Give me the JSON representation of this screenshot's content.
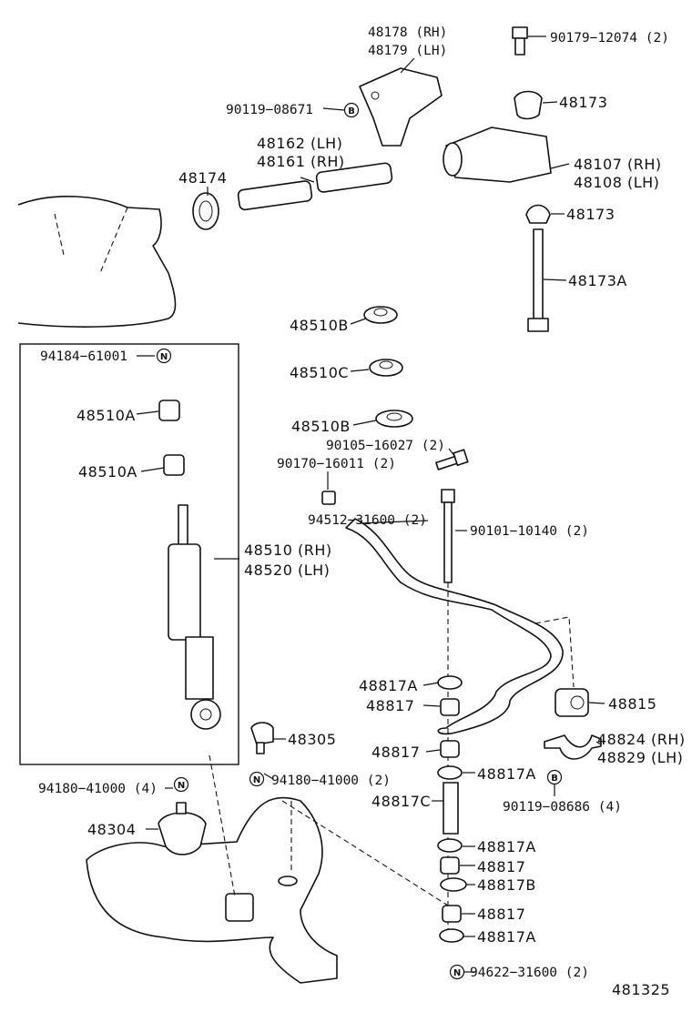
{
  "parts": {
    "p48178": "48178 (RH)",
    "p48179": "48179 (LH)",
    "p90179": "90179−12074 (2)",
    "p90119a": "90119−08671",
    "p48173a": "48173",
    "p48162": "48162 (LH)",
    "p48161": "48161 (RH)",
    "p48174": "48174",
    "p48107": "48107 (RH)",
    "p48108": "48108 (LH)",
    "p48173b": "48173",
    "p48173A": "48173A",
    "p48510B1": "48510B",
    "p94184": "94184−61001",
    "p48510C": "48510C",
    "p48510A1": "48510A",
    "p48510B2": "48510B",
    "p90105": "90105−16027 (2)",
    "p90170": "90170−16011 (2)",
    "p48510A2": "48510A",
    "p94512": "94512−31600 (2)",
    "p90101": "90101−10140 (2)",
    "p48510": "48510 (RH)",
    "p48520": "48520 (LH)",
    "p48817A1": "48817A",
    "p48817a": "48817",
    "p48815": "48815",
    "p48305": "48305",
    "p48824": "48824 (RH)",
    "p48829": "48829 (LH)",
    "p48817b": "48817",
    "p48817A2": "48817A",
    "p94180a": "94180−41000 (4)",
    "p94180b": "94180−41000 (2)",
    "p90119b": "90119−08686 (4)",
    "p48817C": "48817C",
    "p48304": "48304",
    "p48817A3": "48817A",
    "p48817c": "48817",
    "p48817B": "48817B",
    "p48817d": "48817",
    "p48817A4": "48817A",
    "p94622": "94622−31600 (2)",
    "diagram_no": "481325"
  },
  "marks": {
    "n": "N",
    "b": "B"
  }
}
